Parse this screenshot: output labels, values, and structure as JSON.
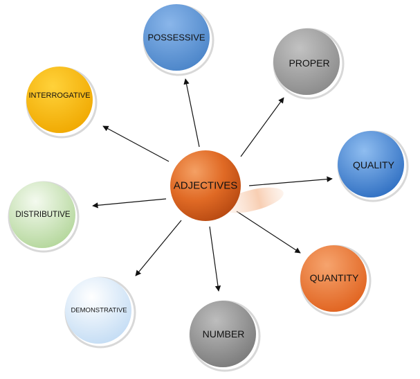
{
  "center": {
    "label": "ADJECTIVES",
    "color": "#e06a25"
  },
  "nodes": [
    {
      "id": "possessive",
      "label": "POSSESSIVE",
      "color": "#5b93d4"
    },
    {
      "id": "proper",
      "label": "PROPER",
      "color": "#9c9c9c"
    },
    {
      "id": "interrogative",
      "label": "INTERROGATIVE",
      "color": "#f7b800"
    },
    {
      "id": "quality",
      "label": "QUALITY",
      "color": "#3f7fcf"
    },
    {
      "id": "distributive",
      "label": "DISTRIBUTIVE",
      "color": "#c7e2b3"
    },
    {
      "id": "quantity",
      "label": "QUANTITY",
      "color": "#e87430"
    },
    {
      "id": "demonstrative",
      "label": "DEMONSTRATIVE",
      "color": "#d6e8f8"
    },
    {
      "id": "number",
      "label": "NUMBER",
      "color": "#8f8f8f"
    }
  ]
}
